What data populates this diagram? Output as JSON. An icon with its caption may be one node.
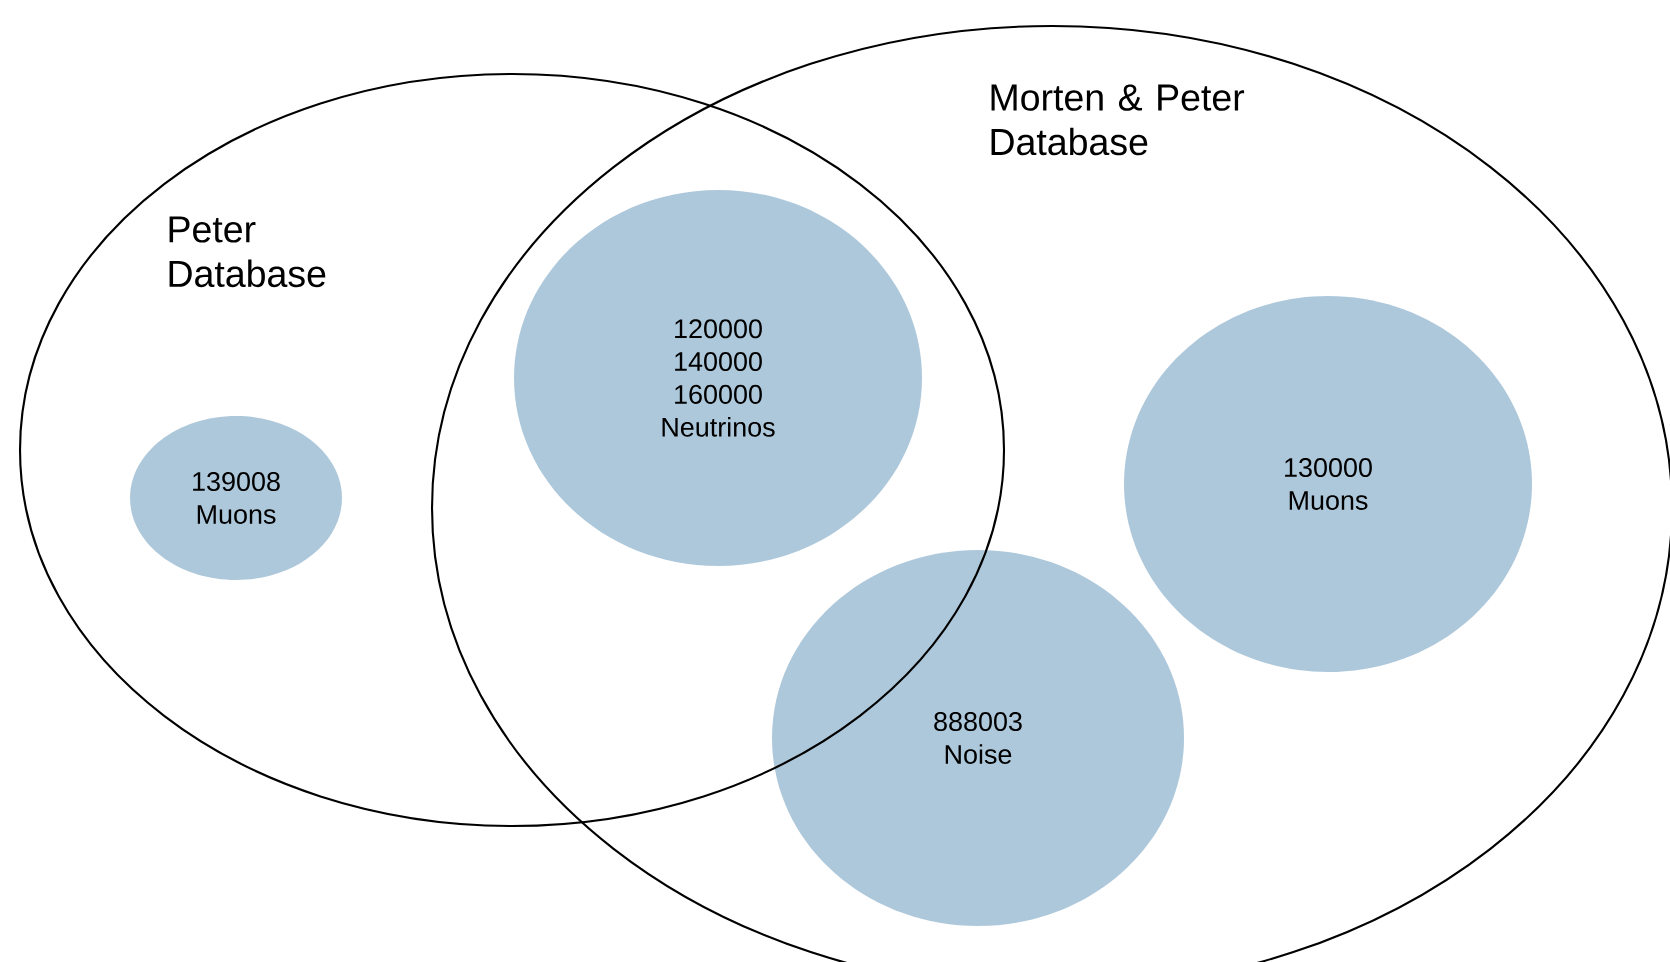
{
  "diagram": {
    "nodes": [
      {
        "text": [
          "Peter Database"
        ]
      },
      {
        "text": [
          "Morten & Peter Database"
        ]
      },
      {
        "text": [
          "139008 Muons"
        ],
        "in": 0
      },
      {
        "text": [
          "120000 140000 160000 Neutrinos"
        ]
      },
      {
        "text": [
          "130000 Muons"
        ],
        "in": 1
      },
      {
        "text": [
          "888003 Noise"
        ],
        "in": 1
      }
    ]
  }
}
